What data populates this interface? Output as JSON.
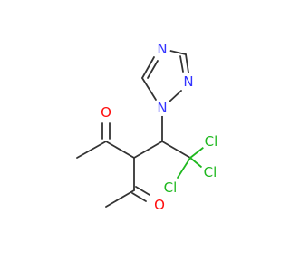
{
  "molecule": {
    "atoms": {
      "o1": "O",
      "o2": "O",
      "n1": "N",
      "n2": "N",
      "n4": "N",
      "cl1": "Cl",
      "cl2": "Cl",
      "cl3": "Cl"
    },
    "colors": {
      "carbon_bond": "#333333",
      "oxygen": "#ff0d0d",
      "nitrogen": "#3333ff",
      "chlorine": "#1fb81f",
      "background": "#ffffff"
    }
  }
}
